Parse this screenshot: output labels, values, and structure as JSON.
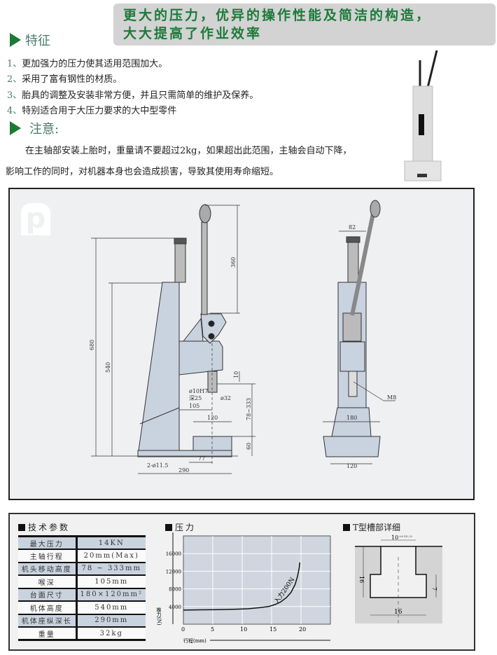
{
  "banner": {
    "line1": "更大的压力，优异的操作性能及简洁的构造，",
    "line2": "大大提高了作业效率"
  },
  "features": {
    "title": "特征",
    "items": [
      {
        "num": "1、",
        "text": "更加强力的压力使其适用范围加大。"
      },
      {
        "num": "2、",
        "text": "采用了富有钢性的材质。"
      },
      {
        "num": "3、",
        "text": "胎具的调整及安装非常方便，并且只需简单的维护及保养。"
      },
      {
        "num": "4、",
        "text": "特别适合用于大压力要求的大中型零件"
      }
    ]
  },
  "notice": {
    "title": "注意:",
    "line1": "在主轴部安装上胎时，重量请不要超过2kg，如果超出此范围，主轴会自动下降，",
    "line2": "影响工作的同时，对机器本身也会造成损害，导致其使用寿命缩短。"
  },
  "drawing": {
    "logo": "p",
    "dims": {
      "d680": "680",
      "d540": "540",
      "d360": "360",
      "d10": "10",
      "d78": "78~333",
      "d60": "60",
      "d105": "105",
      "d120": "120",
      "d77": "77",
      "d290": "290",
      "hole": "2-ø11.5",
      "bore": "ø10H7",
      "depth": "深25",
      "shaft": "ø32",
      "f82": "82",
      "f180": "180",
      "f120": "120",
      "m8": "M8"
    }
  },
  "specs": {
    "title": "技术参数",
    "rows": [
      {
        "label": "最大压力",
        "value": "14KN"
      },
      {
        "label": "主轴行程",
        "value": "20mm(Max)"
      },
      {
        "label": "机头移动高度",
        "value": "78 ~ 333mm"
      },
      {
        "label": "喉深",
        "value": "105mm"
      },
      {
        "label": "台面尺寸",
        "value": "180×120mm²"
      },
      {
        "label": "机体高度",
        "value": "540mm"
      },
      {
        "label": "机体座纵深长",
        "value": "290mm"
      },
      {
        "label": "重量",
        "value": "32kg"
      }
    ]
  },
  "chart_data": {
    "type": "line",
    "title": "压力",
    "xlabel": "行程(mm)",
    "ylabel": "推力(N)",
    "xlim": [
      0,
      25
    ],
    "ylim": [
      0,
      20000
    ],
    "xticks": [
      0,
      5,
      10,
      15,
      20
    ],
    "yticks": [
      4000,
      8000,
      12000,
      16000
    ],
    "grid": true,
    "annotation": "入力200N",
    "series": [
      {
        "name": "入力200N",
        "x": [
          0,
          3,
          6,
          9,
          11,
          13,
          14.5,
          15.5,
          16.5,
          17.5,
          18.3,
          19,
          19.4,
          19.7,
          19.8
        ],
        "y": [
          3200,
          3250,
          3300,
          3400,
          3500,
          3750,
          4000,
          4400,
          5000,
          6000,
          7200,
          9000,
          10800,
          12800,
          14000
        ]
      }
    ]
  },
  "tslot": {
    "title": "T型槽部详细",
    "top": "10",
    "tol": "+0.15 / 0",
    "depth": "16",
    "neck": "7",
    "width": "16"
  },
  "colors": {
    "green": "#1b7a34",
    "tableBlue": "#c9d3df",
    "plotBg": "#cfd6df"
  }
}
